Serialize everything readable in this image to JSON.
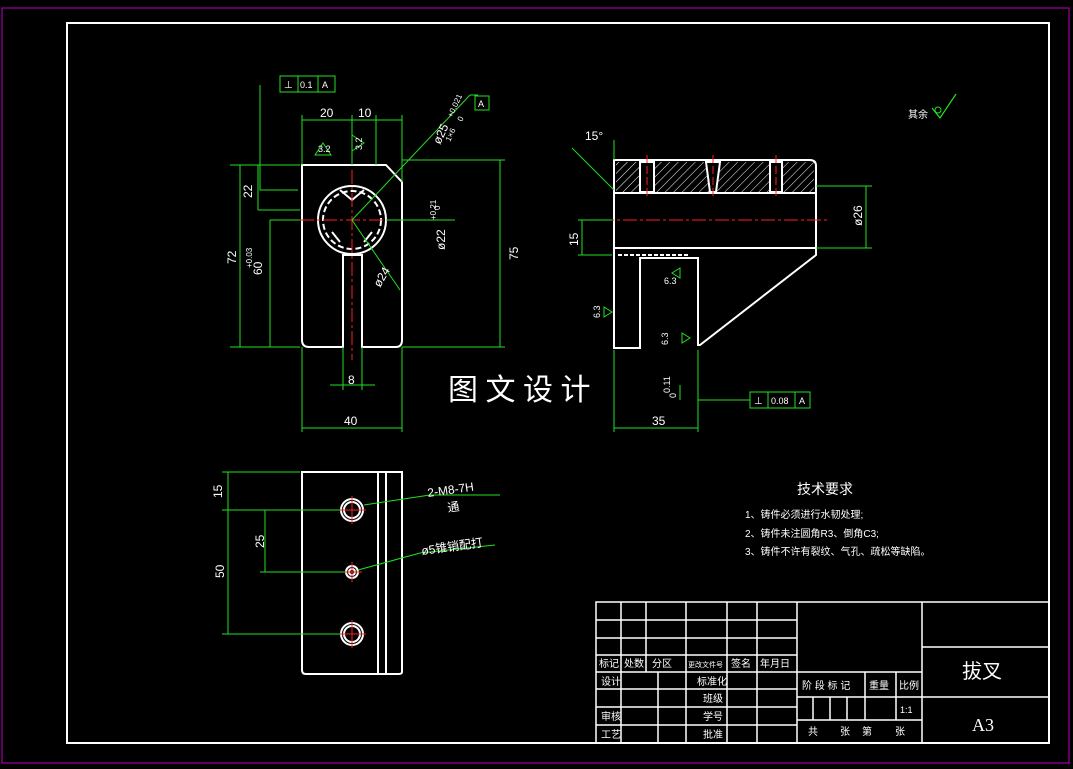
{
  "canvas": {
    "background": "#000000",
    "line_color": "#ffffff",
    "dim_color": "#22e022",
    "center_color": "#ff2020",
    "frame_color": "#c000c0"
  },
  "watermark": "图 文 设 计",
  "roughness": {
    "rest": "其余",
    "values": [
      "3.2",
      "3.2",
      "6.3",
      "6.3",
      "6.3"
    ]
  },
  "front_view": {
    "dims": {
      "w20": "20",
      "w10": "10",
      "h22": "22",
      "h72": "72",
      "h75": "75",
      "h60": "60",
      "h60_tol": "+0.03",
      "w8": "8",
      "w40": "40",
      "d25": "ø25",
      "d25_tol": "+0.021",
      "d25_tol2": "0",
      "d22": "ø22",
      "d22_tol": "+0.21",
      "d22_tol2": "0",
      "d24": "ø24",
      "chamfer": "1×6"
    },
    "tolerance_frame": {
      "symbol": "⊥",
      "value": "0.1",
      "datum": "A"
    },
    "datum_label": "A"
  },
  "side_view": {
    "dims": {
      "angle": "15°",
      "h15": "15",
      "d26": "ø26",
      "w35": "35",
      "gap": "0.11",
      "gap0": "0"
    },
    "tolerance_frame": {
      "symbol": "⊥",
      "value": "0.08",
      "datum": "A"
    }
  },
  "bottom_view": {
    "dims": {
      "h15": "15",
      "h25": "25",
      "h50": "50"
    },
    "callouts": {
      "thread": "2-M8-7H",
      "thread_note": "通",
      "pin": "ø5锥销配打"
    }
  },
  "tech_requirements": {
    "title": "技术要求",
    "items": [
      "1、铸件必须进行水韧处理;",
      "2、铸件未注圆角R3、倒角C3;",
      "3、铸件不许有裂纹、气孔、疏松等缺陷。"
    ]
  },
  "title_block": {
    "header_labels": [
      "标记",
      "处数",
      "分区",
      "更改文件号",
      "签名",
      "年月日"
    ],
    "left_rows": [
      "设计",
      "审核",
      "工艺"
    ],
    "mid_rows": [
      "标准化",
      "班级",
      "学号",
      "批准"
    ],
    "stage_labels": [
      "阶 段 标 记",
      "重量",
      "比例"
    ],
    "scale": "1:1",
    "sheet_text": [
      "共",
      "张",
      "第",
      "张"
    ],
    "part_name": "拔叉",
    "sheet_size": "A3"
  }
}
